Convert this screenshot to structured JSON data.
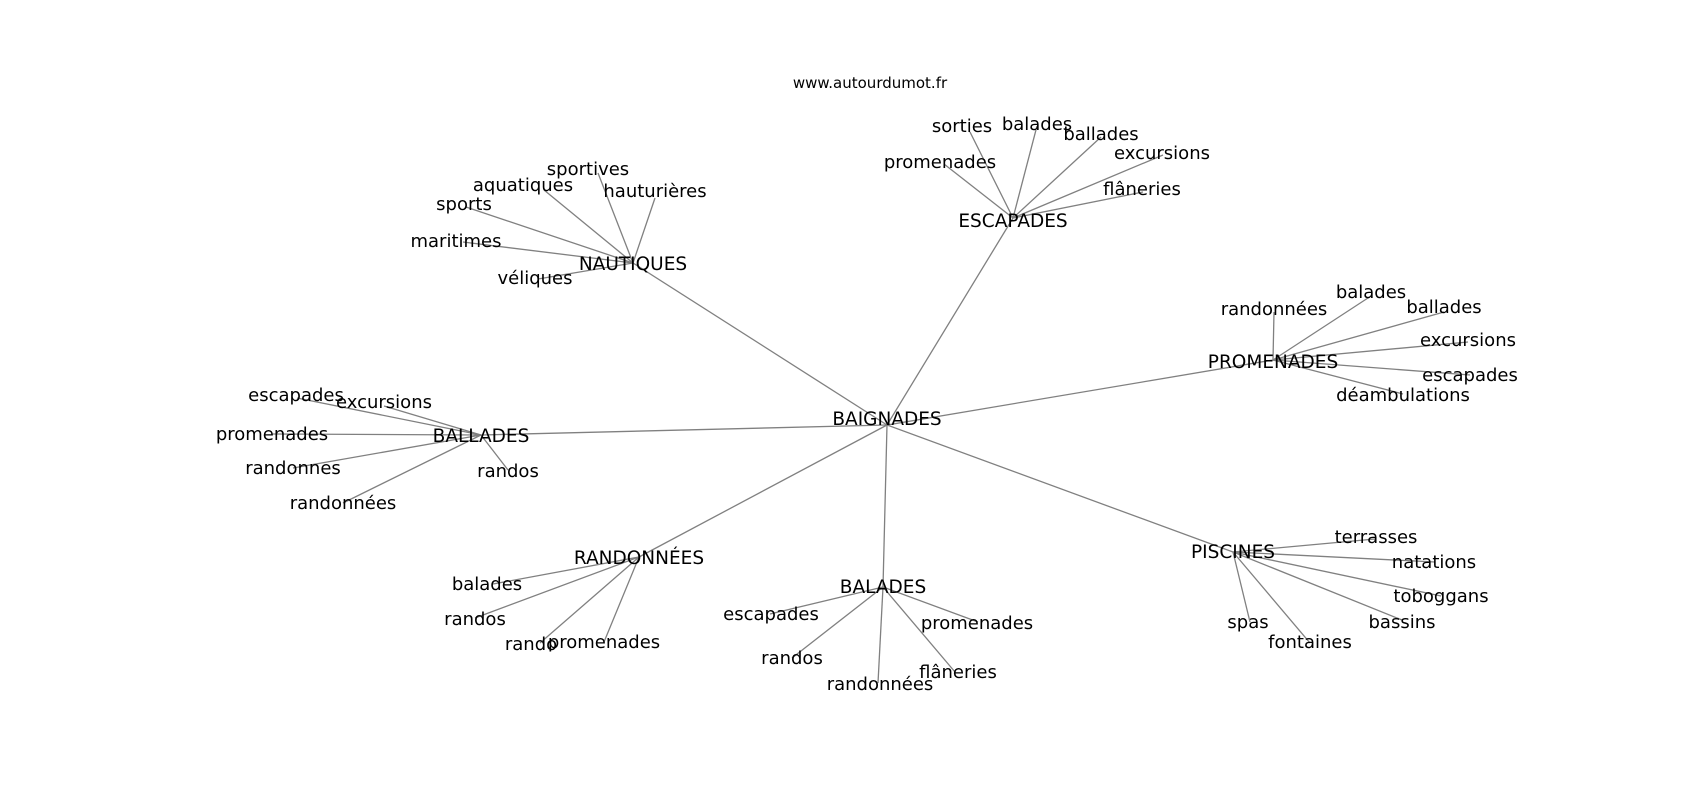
{
  "source": "www.autourdumot.fr",
  "root": "BAIGNADES",
  "clusters": [
    {
      "label": "NAUTIQUES",
      "leaves": [
        "sportives",
        "aquatiques",
        "hauturières",
        "sports",
        "maritimes",
        "véliques"
      ]
    },
    {
      "label": "ESCAPADES",
      "leaves": [
        "sorties",
        "balades",
        "ballades",
        "promenades",
        "excursions",
        "flâneries"
      ]
    },
    {
      "label": "PROMENADES",
      "leaves": [
        "randonnées",
        "balades",
        "ballades",
        "excursions",
        "escapades",
        "déambulations"
      ]
    },
    {
      "label": "BALLADES",
      "leaves": [
        "escapades",
        "excursions",
        "promenades",
        "randonnes",
        "randos",
        "randonnées"
      ]
    },
    {
      "label": "PISCINES",
      "leaves": [
        "terrasses",
        "natations",
        "toboggans",
        "spas",
        "bassins",
        "fontaines"
      ]
    },
    {
      "label": "RANDONNÉES",
      "leaves": [
        "balades",
        "randos",
        "rando",
        "promenades"
      ]
    },
    {
      "label": "BALADES",
      "leaves": [
        "escapades",
        "promenades",
        "randos",
        "flâneries",
        "randonnées"
      ]
    }
  ]
}
